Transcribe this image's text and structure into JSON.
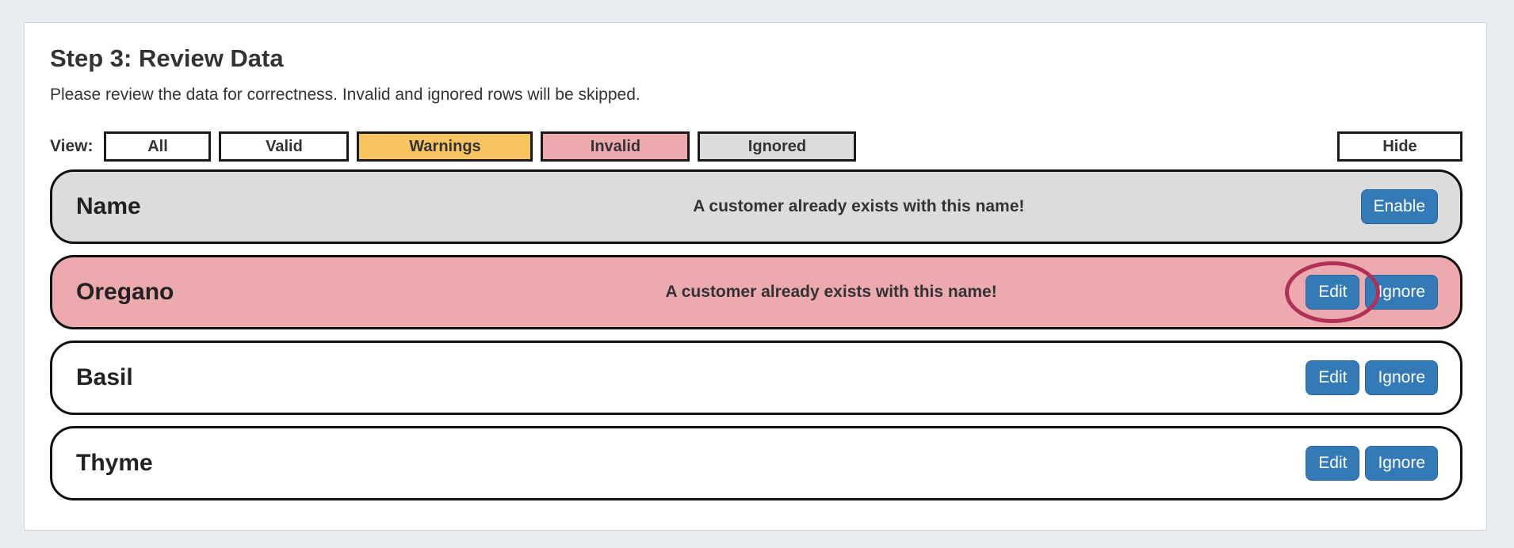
{
  "page": {
    "title": "Step 3: Review Data",
    "subtitle": "Please review the data for correctness. Invalid and ignored rows will be skipped."
  },
  "filters": {
    "label": "View:",
    "all": "All",
    "valid": "Valid",
    "warnings": "Warnings",
    "invalid": "Invalid",
    "ignored": "Ignored",
    "hide": "Hide"
  },
  "rows": [
    {
      "name": "Name",
      "status": "ignored",
      "message": "A customer already exists with this name!",
      "enable": "Enable"
    },
    {
      "name": "Oregano",
      "status": "invalid",
      "message": "A customer already exists with this name!",
      "edit": "Edit",
      "ignore": "Ignore",
      "annotation": "edit-button-circled"
    },
    {
      "name": "Basil",
      "status": "valid",
      "message": "",
      "edit": "Edit",
      "ignore": "Ignore"
    },
    {
      "name": "Thyme",
      "status": "valid",
      "message": "",
      "edit": "Edit",
      "ignore": "Ignore"
    }
  ],
  "colors": {
    "accent-blue": "#337ab7",
    "warning-orange": "#f8c45f",
    "invalid-pink": "#ecaaae",
    "ignored-gray": "#dcdcdc",
    "annotation-red": "#b13059",
    "page-bg": "#e9edf1"
  }
}
